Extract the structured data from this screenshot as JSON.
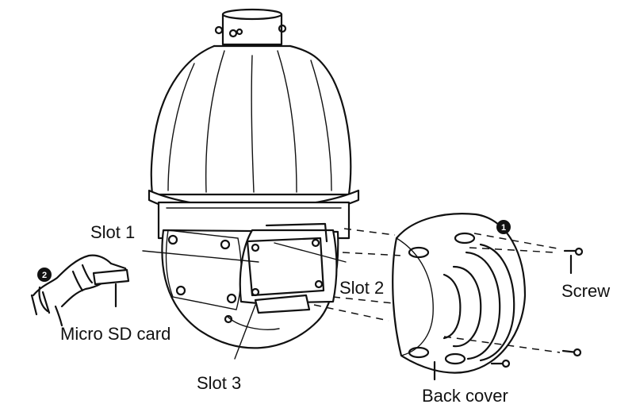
{
  "diagram": {
    "labels": {
      "slot1": "Slot 1",
      "slot2": "Slot 2",
      "slot3": "Slot 3",
      "micro_sd_card": "Micro SD card",
      "screw": "Screw",
      "back_cover": "Back cover"
    },
    "steps": {
      "step1": "1",
      "step2": "2"
    }
  }
}
